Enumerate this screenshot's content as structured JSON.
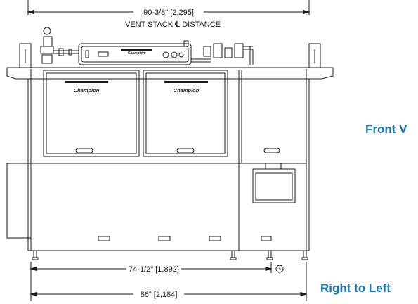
{
  "dimensions": {
    "top_width": "90-3/8\" [2,295]",
    "vent_stack": "VENT STACK ℄ DISTANCE",
    "inner_width": "74-1/2\" [1,892]",
    "overall_width": "86\" [2,184]",
    "callout_number": "5"
  },
  "logos": {
    "brand": "Champion"
  },
  "headings": {
    "view": "Front V",
    "direction": "Right to Left"
  },
  "colors": {
    "line": "#1a1a1a",
    "heading": "#1f74a8"
  }
}
